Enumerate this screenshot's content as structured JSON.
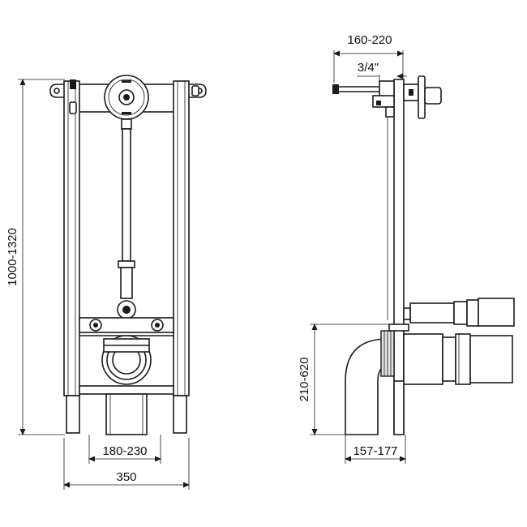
{
  "dimensions": {
    "total_height": "1000-1320",
    "outlet_spacing": "180-230",
    "frame_width": "350",
    "top_depth": "160-220",
    "thread_size": "3/4\"",
    "outlet_height": "210-620",
    "bottom_depth": "157-177"
  }
}
